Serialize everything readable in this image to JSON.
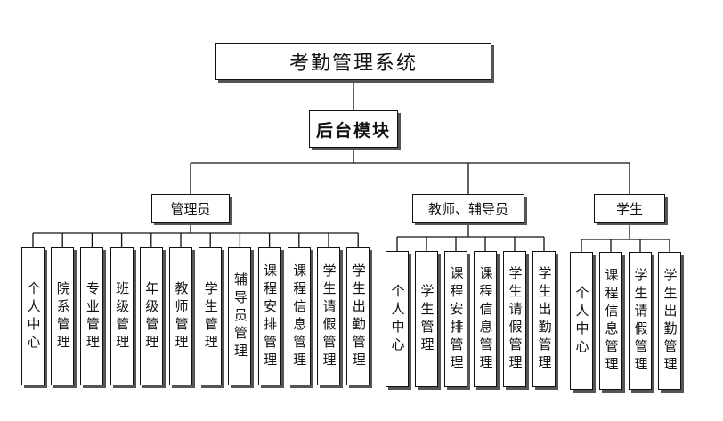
{
  "root": {
    "label": "考勤管理系统"
  },
  "module": {
    "label": "后台模块"
  },
  "groups": [
    {
      "label": "管理员",
      "items": [
        "个人中心",
        "院系管理",
        "专业管理",
        "班级管理",
        "年级管理",
        "教师管理",
        "学生管理",
        "辅导员管理",
        "课程安排管理",
        "课程信息管理",
        "学生请假管理",
        "学生出勤管理"
      ]
    },
    {
      "label": "教师、辅导员",
      "items": [
        "个人中心",
        "学生管理",
        "课程安排管理",
        "课程信息管理",
        "学生请假管理",
        "学生出勤管理"
      ]
    },
    {
      "label": "学生",
      "items": [
        "个人中心",
        "课程信息管理",
        "学生请假管理",
        "学生出勤管理"
      ]
    }
  ]
}
